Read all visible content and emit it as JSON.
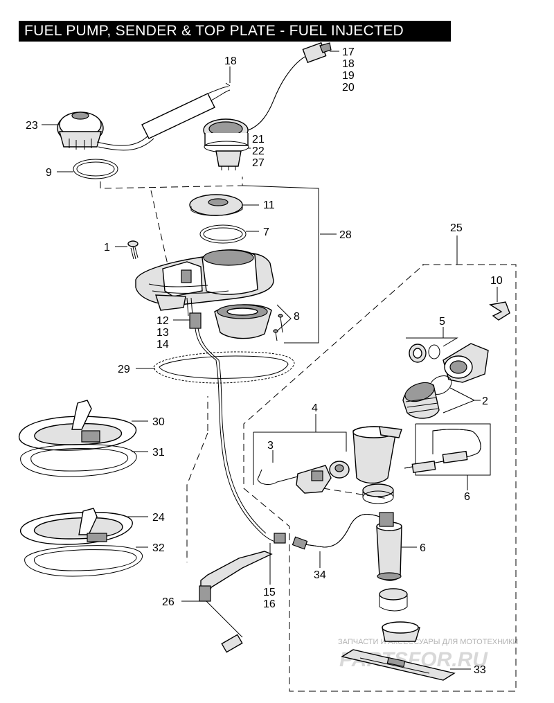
{
  "title": "FUEL PUMP, SENDER & TOP PLATE - FUEL INJECTED",
  "callouts": {
    "c1": "1",
    "c2": "2",
    "c3": "3",
    "c4": "4",
    "c5": "5",
    "c6a": "6",
    "c6b": "6",
    "c7": "7",
    "c8": "8",
    "c9": "9",
    "c10": "10",
    "c11": "11",
    "c12": "12",
    "c13": "13",
    "c14": "14",
    "c15": "15",
    "c16": "16",
    "c17": "17",
    "c18a": "18",
    "c18b": "18",
    "c19": "19",
    "c20": "20",
    "c21": "21",
    "c22": "22",
    "c23": "23",
    "c24": "24",
    "c25": "25",
    "c26": "26",
    "c27": "27",
    "c28": "28",
    "c29": "29",
    "c30": "30",
    "c31": "31",
    "c32": "32",
    "c33": "33",
    "c34": "34"
  },
  "watermark": {
    "line1": "ЗАПЧАСТИ И АКСЕССУАРЫ ДЛЯ МОТОТЕХНИКИ",
    "line2": "PARTSFOR.RU"
  }
}
